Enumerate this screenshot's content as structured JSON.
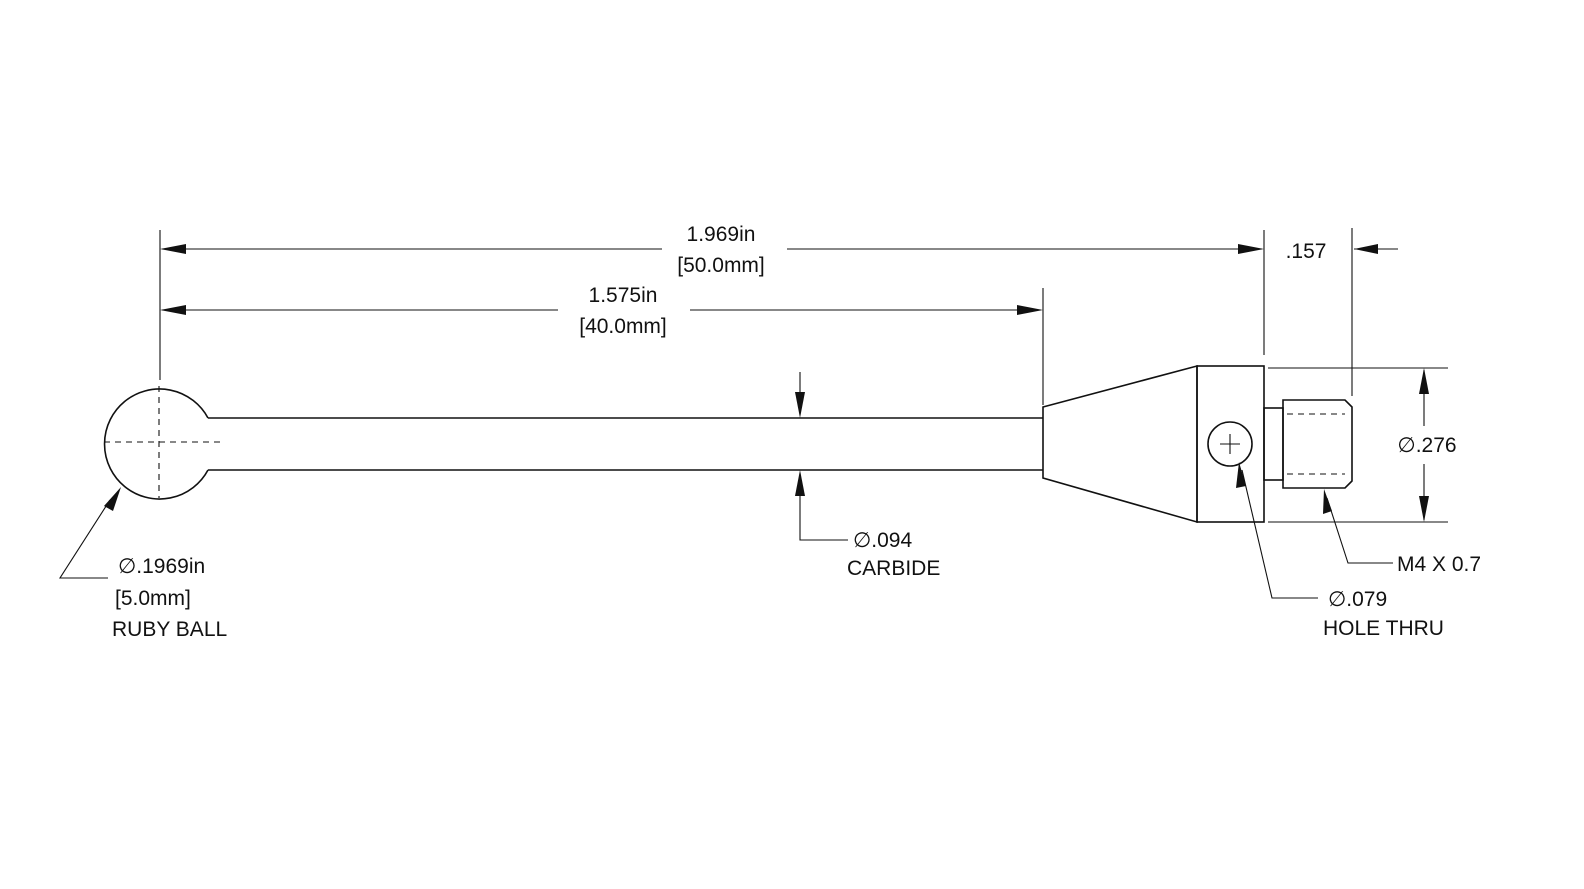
{
  "dimensions": {
    "overall_length": {
      "inch": "1.969in",
      "mm": "[50.0mm]"
    },
    "stem_length": {
      "inch": "1.575in",
      "mm": "[40.0mm]"
    },
    "thread_length": ".157"
  },
  "callouts": {
    "ball": {
      "diameter": "∅.1969in",
      "mm": "[5.0mm]",
      "material": "RUBY BALL"
    },
    "stem": {
      "diameter": "∅.094",
      "material": "CARBIDE"
    },
    "body_diameter": "∅.276",
    "thread": "M4 X 0.7",
    "hole": {
      "diameter": "∅.079",
      "type": "HOLE THRU"
    }
  }
}
